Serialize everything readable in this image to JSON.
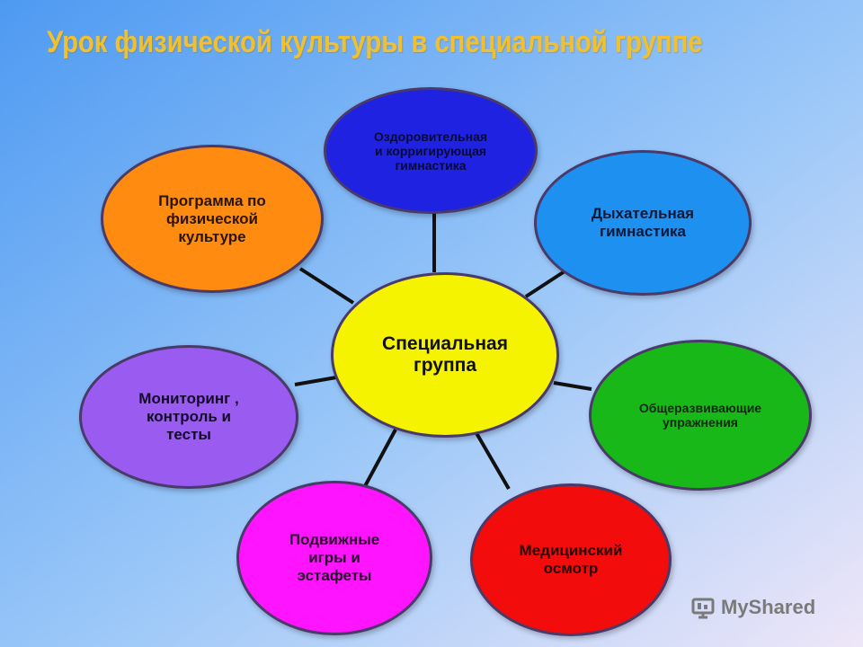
{
  "slide": {
    "title": "Урок  физической культуры в специальной группе",
    "title_color": "#f0c030"
  },
  "diagram": {
    "center": {
      "label": "Специальная\nгруппа",
      "color": "#f6f300",
      "text_color": "#111111"
    },
    "nodes": [
      {
        "id": "health-gymnastics",
        "label": "Оздоровительная\nи корригирующая\nгимнастика",
        "color": "#1f22e0",
        "text_color": "#0a0a3a"
      },
      {
        "id": "breathing-gymnastics",
        "label": "Дыхательная\nгимнастика",
        "color": "#1e90f0",
        "text_color": "#0a1a3a"
      },
      {
        "id": "general-exercises",
        "label": "Общеразвивающие\nупражнения",
        "color": "#18b818",
        "text_color": "#0a2a0a"
      },
      {
        "id": "medical-exam",
        "label": "Медицинский\nосмотр",
        "color": "#f20c0c",
        "text_color": "#2a0505"
      },
      {
        "id": "outdoor-games",
        "label": "Подвижные\nигры и\nэстафеты",
        "color": "#ff14ff",
        "text_color": "#2a0a2a"
      },
      {
        "id": "monitoring",
        "label": "Мониторинг ,\nконтроль и\nтесты",
        "color": "#9a5cf0",
        "text_color": "#14082a"
      },
      {
        "id": "program",
        "label": "Программа  по\nфизической\nкультуре",
        "color": "#ff8c10",
        "text_color": "#2a1500"
      }
    ]
  },
  "watermark": {
    "text": "MyShared"
  }
}
